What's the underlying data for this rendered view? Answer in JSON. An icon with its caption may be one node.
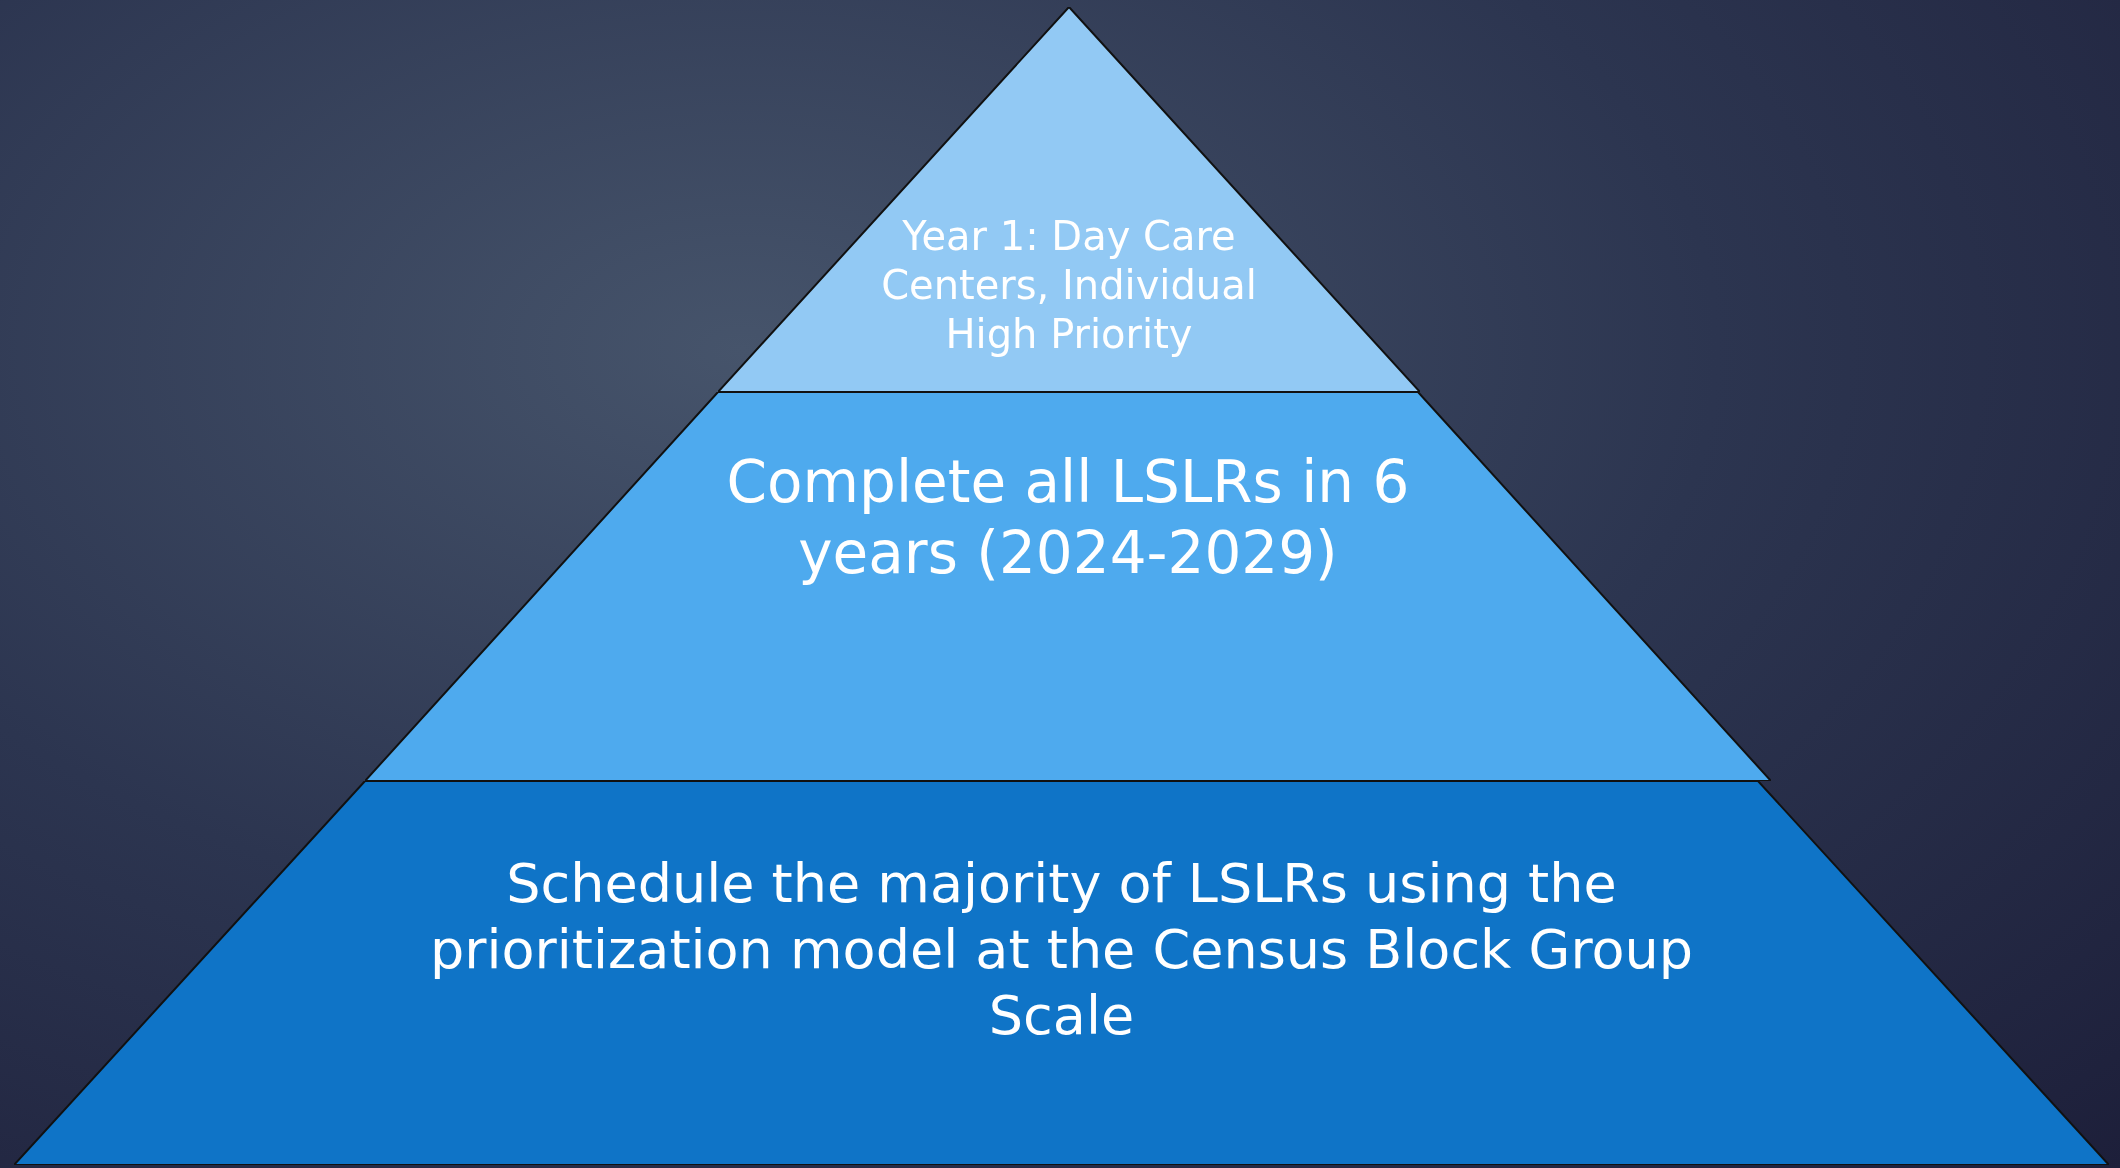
{
  "diagram": {
    "nodes": [
      {
        "text": [
          "Year 1: Day Care Centers, Individual High Priority"
        ]
      },
      {
        "text": [
          "Complete all LSLRs in 6 years (2024-2029)"
        ]
      },
      {
        "text": [
          "Schedule the majority of LSLRs using the prioritization model at the Census Block Group Scale"
        ]
      }
    ]
  }
}
